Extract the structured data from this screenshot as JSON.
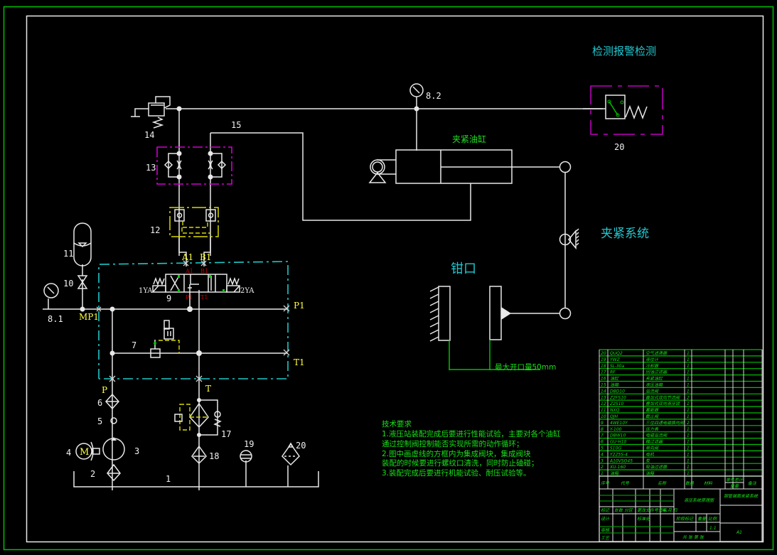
{
  "titles": {
    "detection": "检测报警检测",
    "clamp_system": "夹紧系统",
    "jaw": "钳口",
    "clamp_cylinder": "夹紧油缸",
    "max_opening": "最大开口量50mm"
  },
  "labels": {
    "n1": "1",
    "n2": "2",
    "n3": "3",
    "n4": "4",
    "n5": "5",
    "n6": "6",
    "n7": "7",
    "n81": "8.1",
    "n82": "8.2",
    "n9": "9",
    "n10": "10",
    "n11": "11",
    "n12": "12",
    "n13": "13",
    "n14": "14",
    "n15": "15",
    "n17": "17",
    "n18": "18",
    "n19": "19",
    "n20a": "20",
    "n20b": "20",
    "motor": "M",
    "A1": "A1",
    "B1": "B1",
    "P1": "P1",
    "T1": "T1",
    "MP1": "MP1",
    "P": "P",
    "T": "T",
    "sol1": "1YA",
    "sol2": "2YA",
    "vA1": "A1",
    "vB1": "B1",
    "vP1": "P1",
    "vT1": "T1"
  },
  "tech_requirements": {
    "title": "技术要求",
    "lines": [
      "1.液压站装配完成后要进行性能试验，主要对各个油缸",
      "通过控制阀控制能否实现所需的动作循环；",
      "2.图中画虚线的方框内为集成阀块，集成阀块",
      "装配的时候要进行螺纹口清洗，同时防止磕碰；",
      "3.装配完成后要进行机能试验、耐压试验等。"
    ]
  },
  "parts_list": {
    "rows": [
      {
        "no": "20",
        "code": "QUQ2",
        "name": "空气滤清器",
        "qty": "1"
      },
      {
        "no": "19",
        "code": "YWZ",
        "name": "液位计",
        "qty": "1"
      },
      {
        "no": "18",
        "code": "SL-30a",
        "name": "冷却器",
        "qty": "1"
      },
      {
        "no": "17",
        "code": "RF",
        "name": "回油过滤器",
        "qty": "1"
      },
      {
        "no": "16",
        "code": "油缸",
        "name": "夹紧油缸",
        "qty": "1"
      },
      {
        "no": "15",
        "code": "油箱",
        "name": "液压油箱",
        "qty": "1"
      },
      {
        "no": "14",
        "code": "DBD10",
        "name": "溢流阀",
        "qty": "1"
      },
      {
        "no": "13",
        "code": "Z2FS10",
        "name": "叠加式双向节流阀",
        "qty": "2"
      },
      {
        "no": "12",
        "code": "Z2S10",
        "name": "叠加式双向液压锁",
        "qty": "1"
      },
      {
        "no": "11",
        "code": "NXQ",
        "name": "蓄能器",
        "qty": "1"
      },
      {
        "no": "10",
        "code": "QJH",
        "name": "截止阀",
        "qty": "1"
      },
      {
        "no": "9",
        "code": "4WE10Y",
        "name": "三位四通电磁换向阀",
        "qty": "2"
      },
      {
        "no": "8",
        "code": "Y-100",
        "name": "压力表",
        "qty": "1"
      },
      {
        "no": "7",
        "code": "DBW10",
        "name": "电磁溢流阀",
        "qty": "1"
      },
      {
        "no": "6",
        "code": "GU-H10",
        "name": "精过滤器",
        "qty": "1"
      },
      {
        "no": "5",
        "code": "S10G",
        "name": "单向阀",
        "qty": "1"
      },
      {
        "no": "4",
        "code": "Y225S-4",
        "name": "电机",
        "qty": "1"
      },
      {
        "no": "3",
        "code": "A10VSO45",
        "name": "泵",
        "qty": "1"
      },
      {
        "no": "2",
        "code": "XU-160",
        "name": "吸油过滤器",
        "qty": "1"
      },
      {
        "no": "1",
        "code": "油箱",
        "name": "油箱",
        "qty": "1"
      }
    ],
    "header": {
      "no": "序号",
      "code": "代号",
      "name": "名称",
      "qty": "数量",
      "material": "材料",
      "unit": "单件",
      "total": "总计",
      "weight": "重量",
      "remark": "备注"
    }
  },
  "title_block": {
    "drawing_name": "液压系统原理图",
    "project": "钢管端面夹紧系统",
    "mark": "标记",
    "count": "处数",
    "zone": "分区",
    "doc_no": "更改文件号签名",
    "date": "年.月.日",
    "design": "设计",
    "standard": "标准化",
    "review": "审核",
    "process": "工艺",
    "stage_mark": "阶段标记",
    "weight": "重量",
    "scale": "比例",
    "scale_value": "1:1",
    "sheets": "共 张 第 张",
    "size": "A1"
  }
}
